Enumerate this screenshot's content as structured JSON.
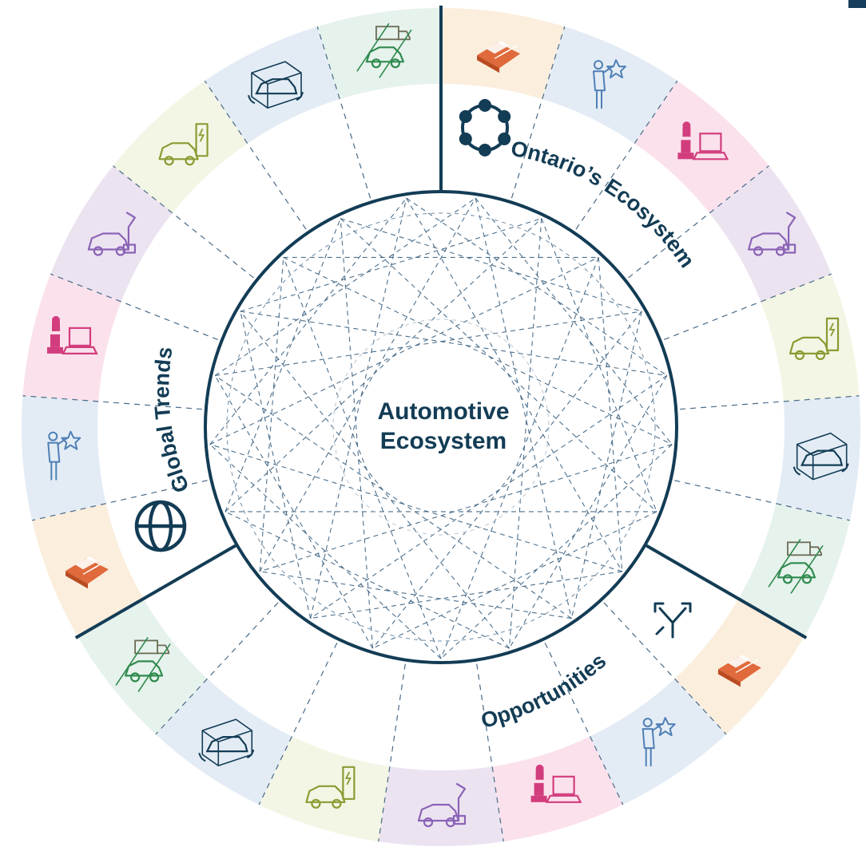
{
  "center": {
    "line1": "Automotive",
    "line2": "Ecosystem"
  },
  "sections": [
    {
      "name": "Ontario’s Ecosystem",
      "icon": "network-ring-icon"
    },
    {
      "name": "Opportunities",
      "icon": "branching-arrows-icon"
    },
    {
      "name": "Global Trends",
      "icon": "globe-icon"
    }
  ],
  "ring_segments": [
    {
      "icon": "document-folder-icon",
      "color": "#fbeedd"
    },
    {
      "icon": "person-idea-icon",
      "color": "#e3ecf5"
    },
    {
      "icon": "robot-laptop-icon",
      "color": "#fbe1ec"
    },
    {
      "icon": "robot-arm-car-icon",
      "color": "#ece3f1"
    },
    {
      "icon": "ev-charging-icon",
      "color": "#f3f6e4"
    },
    {
      "icon": "car-sensor-box-icon",
      "color": "#e3ecf5"
    },
    {
      "icon": "car-truck-road-icon",
      "color": "#e6f2ec"
    },
    {
      "icon": "document-folder-icon",
      "color": "#fbeedd"
    },
    {
      "icon": "person-idea-icon",
      "color": "#e3ecf5"
    },
    {
      "icon": "robot-laptop-icon",
      "color": "#fbe1ec"
    },
    {
      "icon": "robot-arm-car-icon",
      "color": "#ece3f1"
    },
    {
      "icon": "ev-charging-icon",
      "color": "#f3f6e4"
    },
    {
      "icon": "car-sensor-box-icon",
      "color": "#e3ecf5"
    },
    {
      "icon": "car-truck-road-icon",
      "color": "#e6f2ec"
    },
    {
      "icon": "document-folder-icon",
      "color": "#fbeedd"
    },
    {
      "icon": "person-idea-icon",
      "color": "#e3ecf5"
    },
    {
      "icon": "robot-laptop-icon",
      "color": "#fbe1ec"
    },
    {
      "icon": "robot-arm-car-icon",
      "color": "#ece3f1"
    },
    {
      "icon": "ev-charging-icon",
      "color": "#f3f6e4"
    },
    {
      "icon": "car-sensor-box-icon",
      "color": "#e3ecf5"
    },
    {
      "icon": "car-truck-road-icon",
      "color": "#e6f2ec"
    }
  ],
  "colors": {
    "navy": "#133c55",
    "orange": "#e06a3b",
    "blue": "#4f7fb5",
    "magenta": "#d23d7d",
    "purple": "#8a63b6",
    "olive": "#8b9a32",
    "green": "#2f8a4e"
  }
}
